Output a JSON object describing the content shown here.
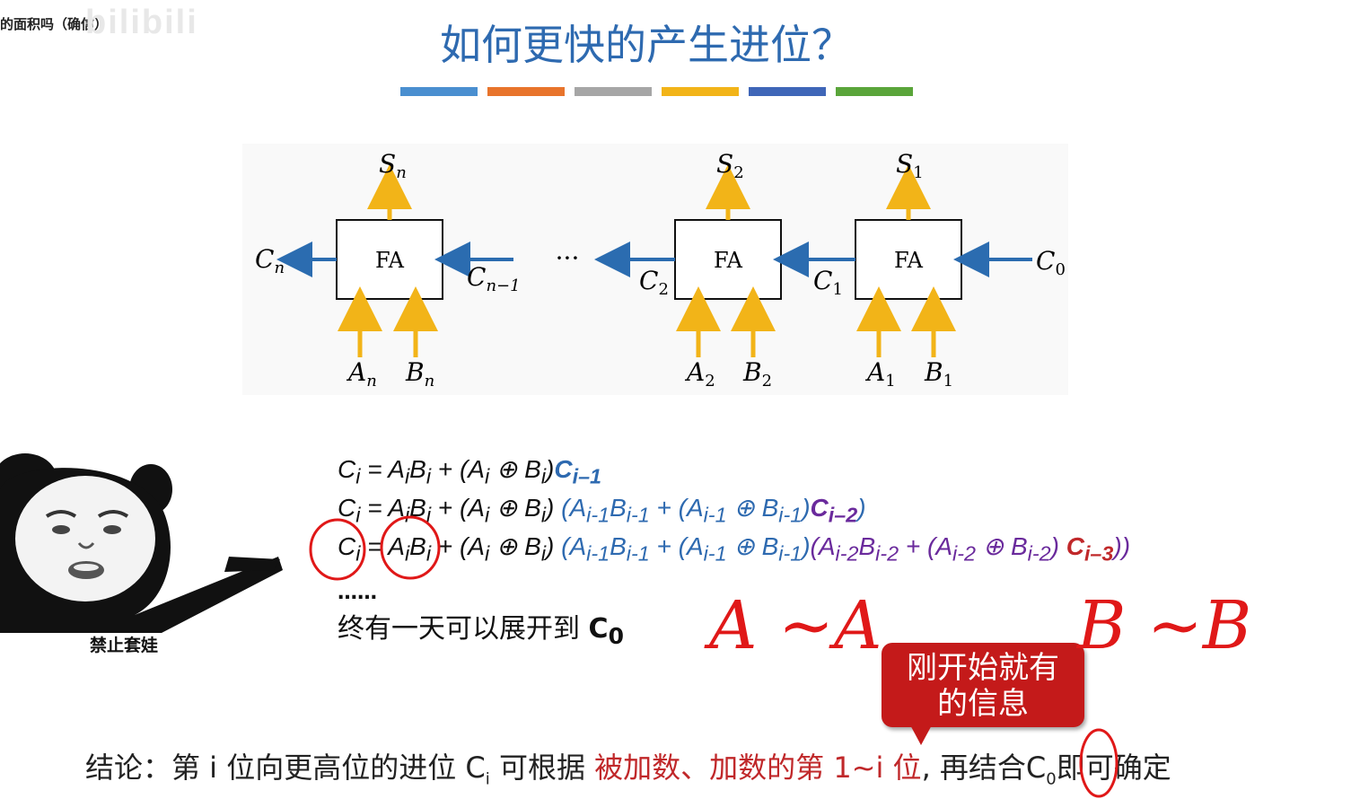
{
  "header": {
    "top_left_text": "的面积吗（确信）",
    "watermark": "bilibili",
    "title": "如何更快的产生进位？"
  },
  "color_bars": [
    "#4a8fd0",
    "#e8742c",
    "#a6a6a6",
    "#f2b418",
    "#3f66b8",
    "#5aa53a"
  ],
  "diagram": {
    "block_label": "FA",
    "ellipsis": "···",
    "sum_labels": {
      "n": "S",
      "n_sub": "n",
      "two": "S",
      "two_sub": "2",
      "one": "S",
      "one_sub": "1"
    },
    "carry_labels": {
      "cn": "C",
      "cn_sub": "n",
      "cn1": "C",
      "cn1_sub": "n−1",
      "c2": "C",
      "c2_sub": "2",
      "c1": "C",
      "c1_sub": "1",
      "c0": "C",
      "c0_sub": "0"
    },
    "input_labels": {
      "an": "A",
      "an_sub": "n",
      "bn": "B",
      "bn_sub": "n",
      "a2": "A",
      "a2_sub": "2",
      "b2": "B",
      "b2_sub": "2",
      "a1": "A",
      "a1_sub": "1",
      "b1": "B",
      "b1_sub": "1"
    }
  },
  "equations": {
    "eq1": {
      "lhs": "C",
      "lhs_sub": "i",
      "body": " = A",
      "ai_sub": "i",
      "b": "B",
      "bi_sub": "i",
      "mid": " + (A",
      "mid_sub": "i",
      "xor": " ⊕ B",
      "xor_sub": "i",
      "close": ")",
      "c": "C",
      "c_sub": "i–1"
    },
    "eq2": {
      "prefix": "C",
      "prefix_sub": "i",
      "part1": " = A",
      "p1": "i",
      "part2": "B",
      "p2": "i",
      "part3": " + (A",
      "p3": "i",
      "part4": " ⊕ B",
      "p4": "i",
      "part5": ") ",
      "blue": "(A",
      "b1": "i-1",
      "blue2": "B",
      "b2": "i-1",
      "blue3": " + (A",
      "b3": "i-1",
      "blue4": " ⊕ B",
      "b4": "i-1",
      "blue5": ")",
      "purple": "C",
      "purple_sub": "i–2",
      "blue_end": ")"
    },
    "eq3": {
      "prefix": "C",
      "prefix_sub": "i",
      "part1": " = A",
      "p1": "i",
      "part2": "B",
      "p2": "i",
      "part3": " + (A",
      "p3": "i",
      "part4": " ⊕ B",
      "p4": "i",
      "part5": ") ",
      "blue": "(A",
      "b1": "i-1",
      "blue2": "B",
      "b2": "i-1",
      "blue3": " + (A",
      "b3": "i-1",
      "blue4": " ⊕ B",
      "b4": "i-1",
      "blue5": ")",
      "purple": "(A",
      "pu1": "i-2",
      "purple2": "B",
      "pu2": "i-2",
      "purple3": " + (A",
      "pu3": "i-2",
      "purple4": " ⊕ B",
      "pu4": "i-2",
      "purple5": ") ",
      "red": "C",
      "red_sub": "i–3",
      "close": "))"
    },
    "dots": "……",
    "conclusion_line": "终有一天可以展开到 ",
    "conclusion_c0": "C",
    "conclusion_c0_sub": "0"
  },
  "meme": {
    "caption": "禁止套娃"
  },
  "callout": {
    "line1": "刚开始就有",
    "line2": "的信息"
  },
  "handwriting": {
    "left": "A  ~A",
    "right": "B  ~B"
  },
  "conclusion": {
    "prefix": "结论：第 i 位向更高位的进位 C",
    "prefix_sub": "i",
    "mid": " 可根据 ",
    "red": "被加数、加数的第 1~i 位",
    "suffix": ", 再结合",
    "c0": "C",
    "c0_sub": "0",
    "end": "即可确定"
  }
}
